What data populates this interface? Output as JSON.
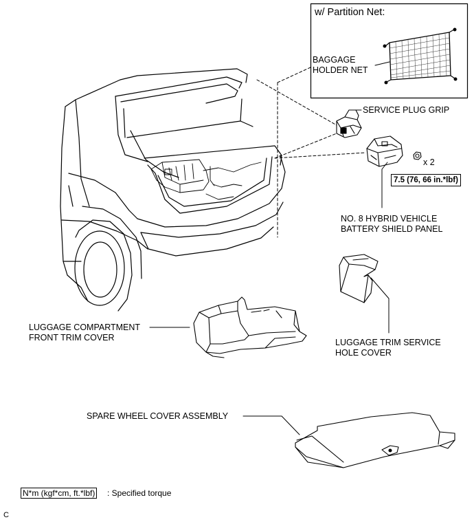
{
  "inset": {
    "title": "w/ Partition Net:"
  },
  "labels": {
    "baggage_holder_net_1": "BAGGAGE",
    "baggage_holder_net_2": "HOLDER NET",
    "service_plug_grip": "SERVICE PLUG GRIP",
    "quantity": "x 2",
    "shield_panel_1": "NO. 8 HYBRID VEHICLE",
    "shield_panel_2": "BATTERY SHIELD PANEL",
    "front_trim_cover_1": "LUGGAGE COMPARTMENT",
    "front_trim_cover_2": "FRONT TRIM COVER",
    "service_hole_cover_1": "LUGGAGE TRIM SERVICE",
    "service_hole_cover_2": "HOLE COVER",
    "spare_wheel_cover": "SPARE WHEEL COVER ASSEMBLY"
  },
  "torque": {
    "value": "7.5 (76, 66 in.*lbf)"
  },
  "legend": {
    "unit": "N*m (kgf*cm, ft.*lbf)",
    "description": ": Specified torque"
  },
  "figure_code": "C"
}
